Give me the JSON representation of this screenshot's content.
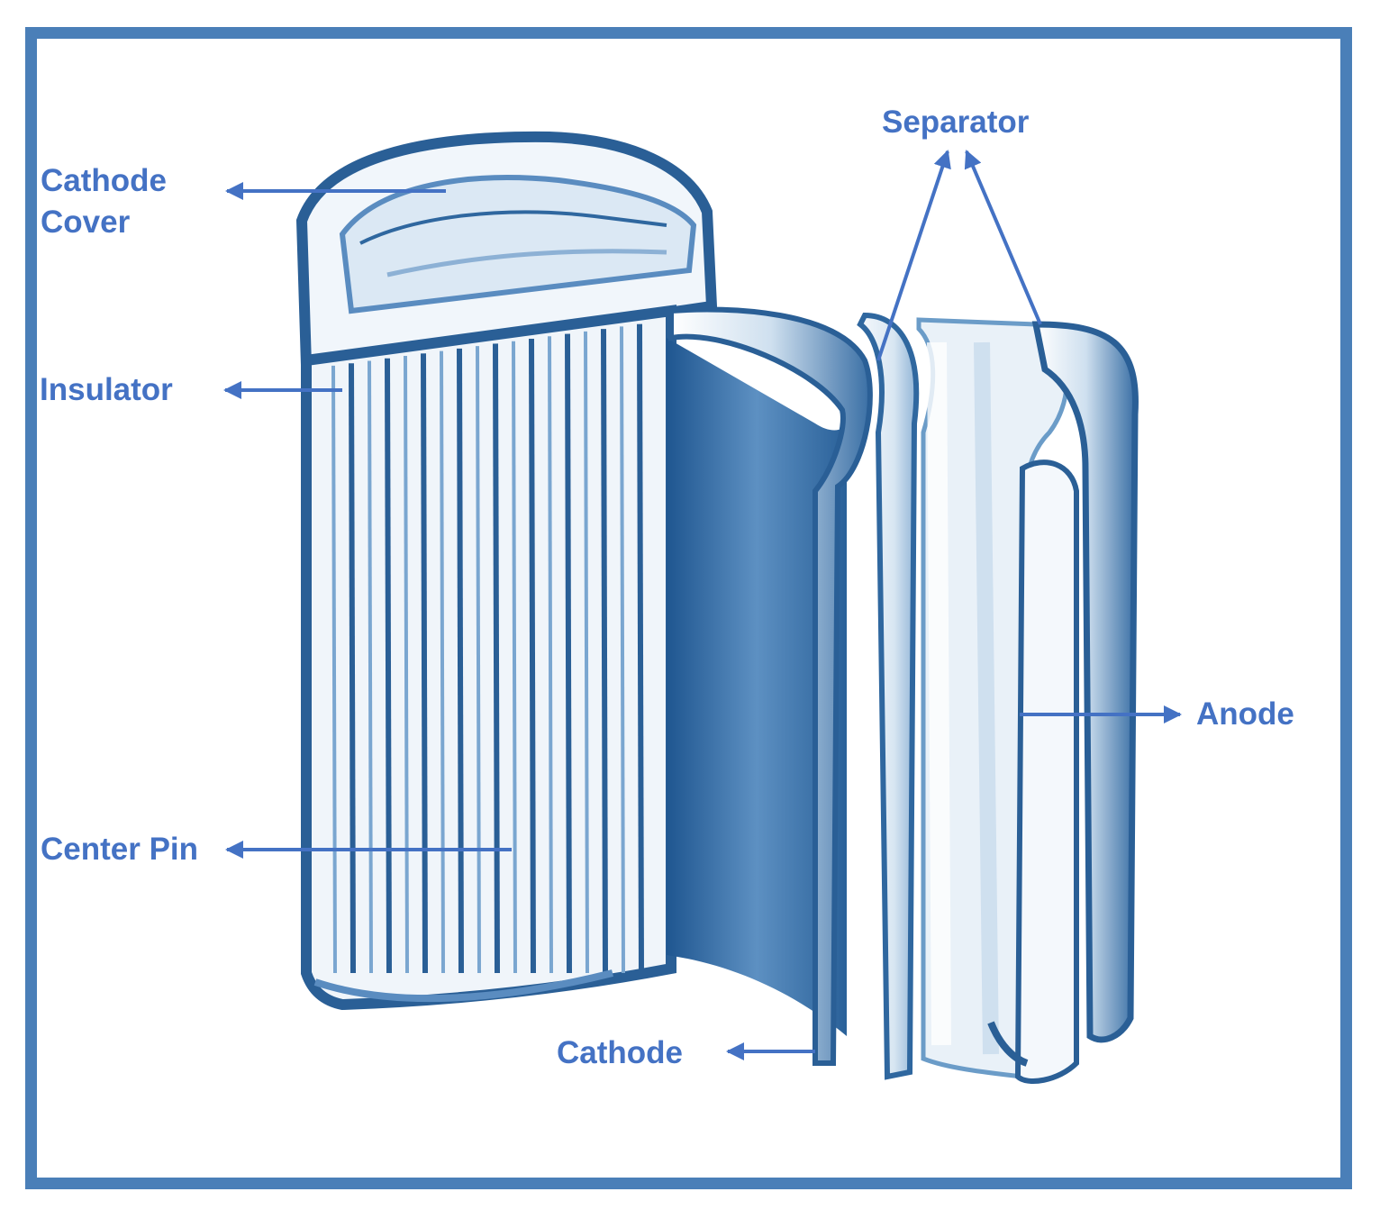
{
  "labels": {
    "cathode_cover_line1": "Cathode",
    "cathode_cover_line2": "Cover",
    "insulator": "Insulator",
    "center_pin": "Center Pin",
    "cathode": "Cathode",
    "separator": "Separator",
    "anode": "Anode"
  },
  "colors": {
    "frame": "#4a7fb8",
    "label": "#4472c4",
    "arrow": "#4472c4",
    "illustration_dark": "#2a5f96",
    "illustration_mid": "#6b9cc8",
    "illustration_light": "#e6eff7"
  }
}
